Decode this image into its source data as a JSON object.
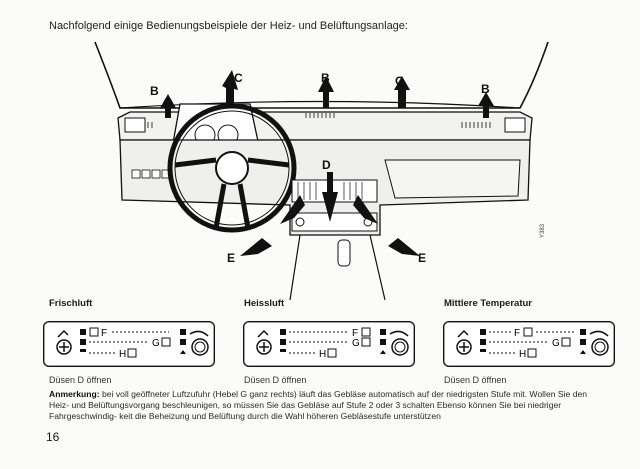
{
  "intro": "Nachfolgend einige Bedienungsbeispiele der Heiz- und Belüftungsanlage:",
  "diagram": {
    "labels": {
      "B1": "B",
      "C1": "C",
      "B2": "B",
      "C2": "C",
      "B3": "B",
      "D": "D",
      "E1": "E",
      "E2": "E"
    },
    "code": "Y383"
  },
  "panels": [
    {
      "title": "Frischluft",
      "duse": "Düsen D öffnen",
      "F": "F",
      "G": "G",
      "H": "H"
    },
    {
      "title": "Heissluft",
      "duse": "Düsen D öffnen",
      "F": "F",
      "G": "G",
      "H": "H"
    },
    {
      "title": "Mittlere Temperatur",
      "duse": "Düsen D öffnen",
      "F": "F",
      "G": "G",
      "H": "H"
    }
  ],
  "note": {
    "lead": "Anmerkung:",
    "text": " bei voll geöffneter Luftzufuhr (Hebel G ganz rechts) läuft das Gebläse automatisch auf der niedrigsten Stufe mit. Wollen Sie den Heiz- und Belüftungsvorgang beschleunigen, so müssen Sie das Gebläse auf Stufe 2 oder 3 schalten Ebenso können Sie bei niedriger Fahrgeschwindig- keit die Beheizung und Belüftung durch die Wahl höheren Gebläsestufe unterstützen"
  },
  "page_number": "16"
}
